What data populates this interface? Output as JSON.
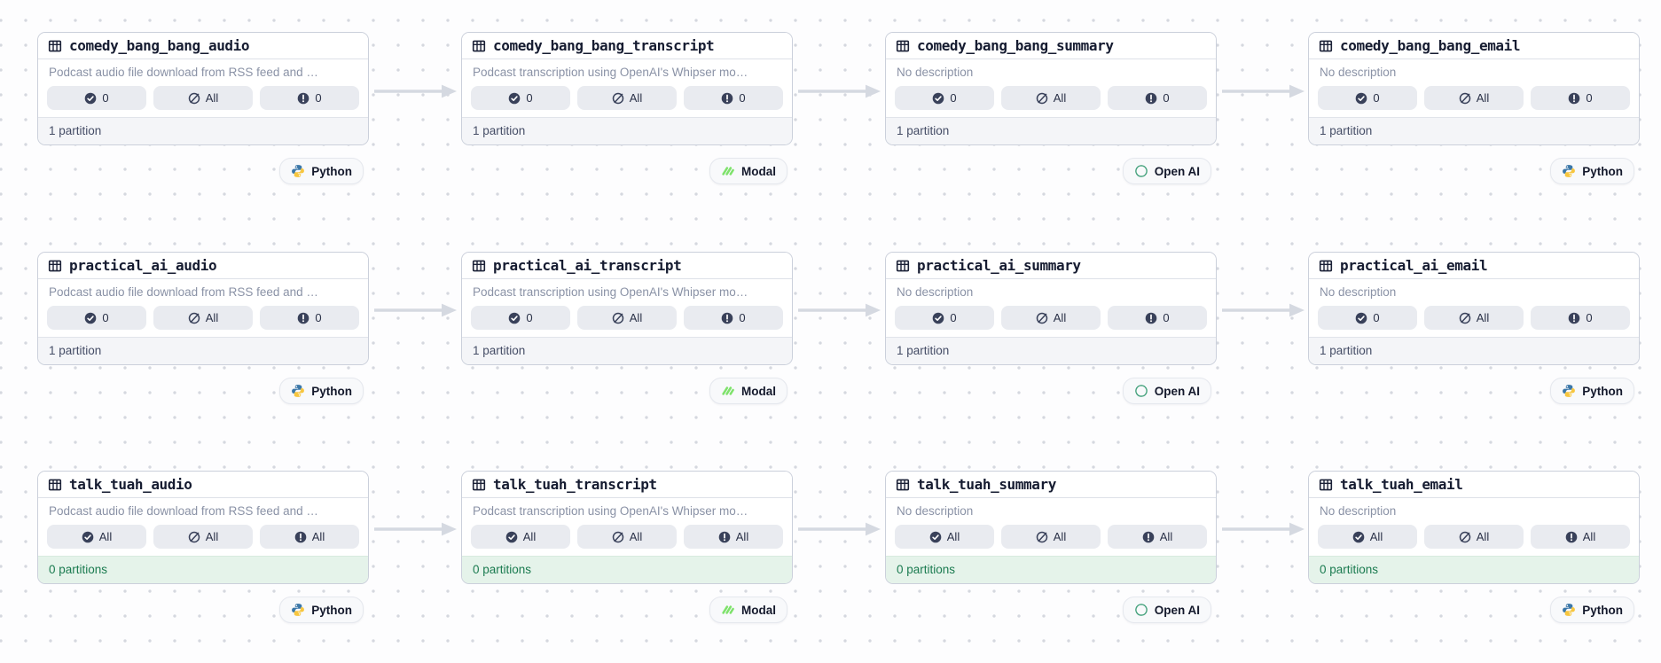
{
  "app": "asset-lineage-graph",
  "colors": {
    "canvas_dot": "#D5D8DF",
    "card_border": "#CBD0DB",
    "badge_bg": "#E9EBF0",
    "icon_navy": "#39415A",
    "title_text": "#161C31",
    "description_text": "#8A92A6",
    "footer_bg": "#F4F5F8",
    "footer_text": "#454D66",
    "footer_green_bg": "#E5F3EA",
    "footer_green_text": "#1B7B50",
    "arrow": "#D5D9E1",
    "python_blue": "#3B77A8",
    "python_yellow": "#F7C63F",
    "modal_green": "#7EE26B",
    "openai_green": "#47A37E"
  },
  "rows": [
    {
      "cards": [
        {
          "name": "comedy_bang_bang_audio",
          "description": "Podcast audio file download from RSS feed and …",
          "badges": [
            {
              "icon": "check-circle-icon",
              "value": "0"
            },
            {
              "icon": "slash-circle-icon",
              "value": "All"
            },
            {
              "icon": "alert-circle-icon",
              "value": "0"
            }
          ],
          "partitions": "1 partition",
          "tag": {
            "label": "Python",
            "icon": "python-logo-icon"
          }
        },
        {
          "name": "comedy_bang_bang_transcript",
          "description": "Podcast transcription using OpenAI's Whipser mo…",
          "badges": [
            {
              "icon": "check-circle-icon",
              "value": "0"
            },
            {
              "icon": "slash-circle-icon",
              "value": "All"
            },
            {
              "icon": "alert-circle-icon",
              "value": "0"
            }
          ],
          "partitions": "1 partition",
          "tag": {
            "label": "Modal",
            "icon": "modal-logo-icon"
          }
        },
        {
          "name": "comedy_bang_bang_summary",
          "description": "No description",
          "badges": [
            {
              "icon": "check-circle-icon",
              "value": "0"
            },
            {
              "icon": "slash-circle-icon",
              "value": "All"
            },
            {
              "icon": "alert-circle-icon",
              "value": "0"
            }
          ],
          "partitions": "1 partition",
          "tag": {
            "label": "Open AI",
            "icon": "openai-logo-icon"
          }
        },
        {
          "name": "comedy_bang_bang_email",
          "description": "No description",
          "badges": [
            {
              "icon": "check-circle-icon",
              "value": "0"
            },
            {
              "icon": "slash-circle-icon",
              "value": "All"
            },
            {
              "icon": "alert-circle-icon",
              "value": "0"
            }
          ],
          "partitions": "1 partition",
          "tag": {
            "label": "Python",
            "icon": "python-logo-icon"
          }
        }
      ]
    },
    {
      "cards": [
        {
          "name": "practical_ai_audio",
          "description": "Podcast audio file download from RSS feed and …",
          "badges": [
            {
              "icon": "check-circle-icon",
              "value": "0"
            },
            {
              "icon": "slash-circle-icon",
              "value": "All"
            },
            {
              "icon": "alert-circle-icon",
              "value": "0"
            }
          ],
          "partitions": "1 partition",
          "tag": {
            "label": "Python",
            "icon": "python-logo-icon"
          }
        },
        {
          "name": "practical_ai_transcript",
          "description": "Podcast transcription using OpenAI's Whipser mo…",
          "badges": [
            {
              "icon": "check-circle-icon",
              "value": "0"
            },
            {
              "icon": "slash-circle-icon",
              "value": "All"
            },
            {
              "icon": "alert-circle-icon",
              "value": "0"
            }
          ],
          "partitions": "1 partition",
          "tag": {
            "label": "Modal",
            "icon": "modal-logo-icon"
          }
        },
        {
          "name": "practical_ai_summary",
          "description": "No description",
          "badges": [
            {
              "icon": "check-circle-icon",
              "value": "0"
            },
            {
              "icon": "slash-circle-icon",
              "value": "All"
            },
            {
              "icon": "alert-circle-icon",
              "value": "0"
            }
          ],
          "partitions": "1 partition",
          "tag": {
            "label": "Open AI",
            "icon": "openai-logo-icon"
          }
        },
        {
          "name": "practical_ai_email",
          "description": "No description",
          "badges": [
            {
              "icon": "check-circle-icon",
              "value": "0"
            },
            {
              "icon": "slash-circle-icon",
              "value": "All"
            },
            {
              "icon": "alert-circle-icon",
              "value": "0"
            }
          ],
          "partitions": "1 partition",
          "tag": {
            "label": "Python",
            "icon": "python-logo-icon"
          }
        }
      ]
    },
    {
      "cards": [
        {
          "name": "talk_tuah_audio",
          "description": "Podcast audio file download from RSS feed and …",
          "badges": [
            {
              "icon": "check-circle-icon",
              "value": "All"
            },
            {
              "icon": "slash-circle-icon",
              "value": "All"
            },
            {
              "icon": "alert-circle-icon",
              "value": "All"
            }
          ],
          "partitions": "0 partitions",
          "tag": {
            "label": "Python",
            "icon": "python-logo-icon"
          }
        },
        {
          "name": "talk_tuah_transcript",
          "description": "Podcast transcription using OpenAI's Whipser mo…",
          "badges": [
            {
              "icon": "check-circle-icon",
              "value": "All"
            },
            {
              "icon": "slash-circle-icon",
              "value": "All"
            },
            {
              "icon": "alert-circle-icon",
              "value": "All"
            }
          ],
          "partitions": "0 partitions",
          "tag": {
            "label": "Modal",
            "icon": "modal-logo-icon"
          }
        },
        {
          "name": "talk_tuah_summary",
          "description": "No description",
          "badges": [
            {
              "icon": "check-circle-icon",
              "value": "All"
            },
            {
              "icon": "slash-circle-icon",
              "value": "All"
            },
            {
              "icon": "alert-circle-icon",
              "value": "All"
            }
          ],
          "partitions": "0 partitions",
          "tag": {
            "label": "Open AI",
            "icon": "openai-logo-icon"
          }
        },
        {
          "name": "talk_tuah_email",
          "description": "No description",
          "badges": [
            {
              "icon": "check-circle-icon",
              "value": "All"
            },
            {
              "icon": "slash-circle-icon",
              "value": "All"
            },
            {
              "icon": "alert-circle-icon",
              "value": "All"
            }
          ],
          "partitions": "0 partitions",
          "tag": {
            "label": "Python",
            "icon": "python-logo-icon"
          }
        }
      ]
    }
  ]
}
